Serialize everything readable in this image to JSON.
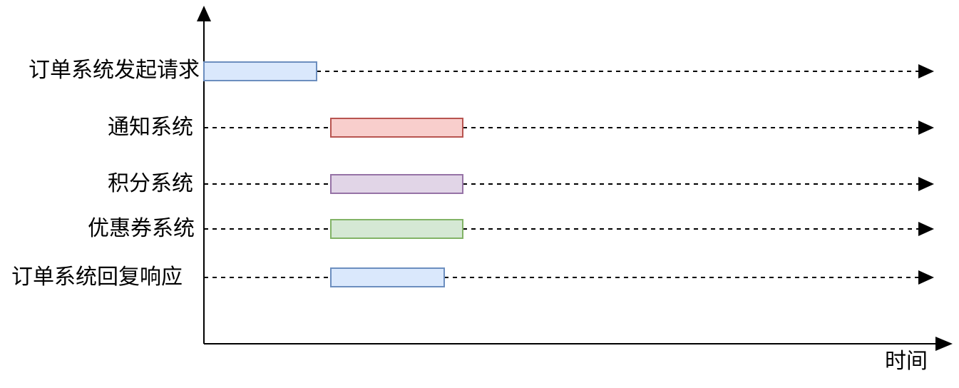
{
  "axis": {
    "x_label": "时间"
  },
  "colors": {
    "axis": "#000000",
    "dash": "#000000"
  },
  "rows": [
    {
      "label": "订单系统发起请求",
      "bar_fill": "#dae8fc",
      "bar_stroke": "#6c8ebf"
    },
    {
      "label": "通知系统",
      "bar_fill": "#f8cecc",
      "bar_stroke": "#b85450"
    },
    {
      "label": "积分系统",
      "bar_fill": "#e1d5e7",
      "bar_stroke": "#9673a6"
    },
    {
      "label": "优惠券系统",
      "bar_fill": "#d5e8d4",
      "bar_stroke": "#82b366"
    },
    {
      "label": "订单系统回复响应",
      "bar_fill": "#dae8fc",
      "bar_stroke": "#6c8ebf"
    }
  ]
}
